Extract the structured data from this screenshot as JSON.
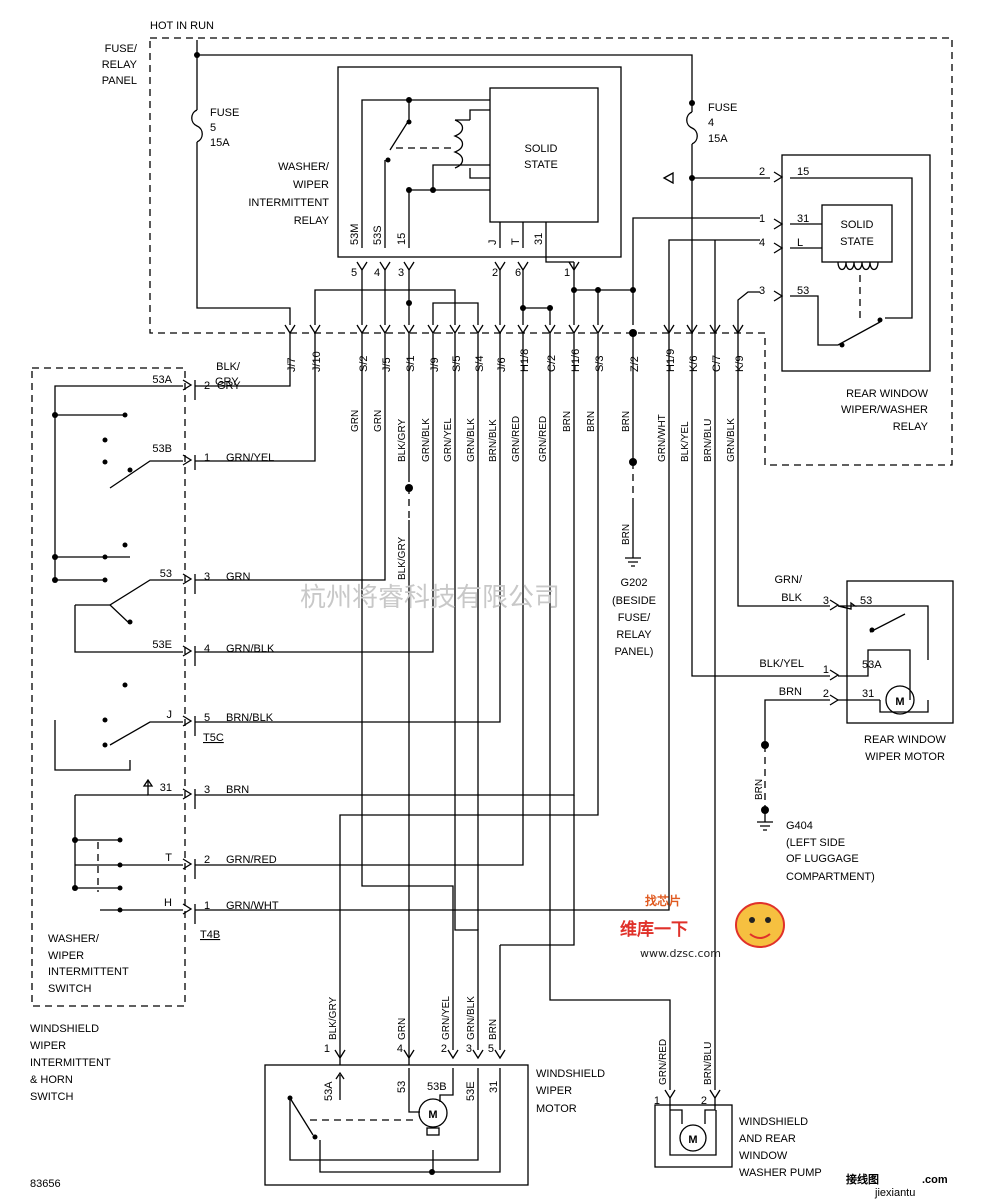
{
  "header": {
    "hot_in_run": "HOT IN RUN",
    "fig_id": "83656"
  },
  "fuse_panel": {
    "label": [
      "FUSE/",
      "RELAY",
      "PANEL"
    ],
    "fuse5": [
      "FUSE",
      "5",
      "15A"
    ],
    "fuse4": [
      "FUSE",
      "4",
      "15A"
    ],
    "bottom_pins": [
      "J/7",
      "J/10",
      "S/2",
      "J/5",
      "S/1",
      "J/9",
      "S/5",
      "S/4",
      "J/6",
      "H1/8",
      "C/2",
      "H1/6",
      "S/3",
      "Z/2",
      "H1/9",
      "K/6",
      "C/7",
      "K/9"
    ]
  },
  "relay": {
    "name": [
      "WASHER/",
      "WIPER",
      "INTERMITTENT",
      "RELAY"
    ],
    "solid_state": [
      "SOLID",
      "STATE"
    ],
    "terminals": [
      "53M",
      "53S",
      "15",
      "J",
      "T",
      "31"
    ],
    "pins": [
      "5",
      "4",
      "3",
      "2",
      "6",
      "1"
    ]
  },
  "rear_relay": {
    "name": [
      "REAR WINDOW",
      "WIPER/WASHER",
      "RELAY"
    ],
    "solid_state": [
      "SOLID",
      "STATE"
    ],
    "pins": [
      "2",
      "1",
      "4",
      "3"
    ],
    "terminals": [
      "15",
      "31",
      "L",
      "53"
    ]
  },
  "wires": {
    "vertical": [
      "GRN",
      "GRN",
      "BLK/GRY",
      "GRN/BLK",
      "GRN/YEL",
      "GRN/BLK",
      "BRN/BLK",
      "GRN/RED",
      "GRN/RED",
      "BRN",
      "BRN",
      "BRN",
      "GRN/WHT",
      "BLK/YEL",
      "BRN/BLU",
      "GRN/BLK"
    ],
    "blk_gry_lower": "BLK/GRY",
    "ground_brn": "BRN",
    "blk_label": "BLK/",
    "gry_label": "GRY"
  },
  "switch": {
    "name": [
      "WASHER/",
      "WIPER",
      "INTERMITTENT",
      "SWITCH"
    ],
    "outer_name": [
      "WINDSHIELD",
      "WIPER",
      "INTERMITTENT",
      "& HORN",
      "SWITCH"
    ],
    "connector_t5c": "T5C",
    "connector_t4b": "T4B",
    "rows": [
      {
        "term": "53A",
        "pin": "2",
        "wire": "GRY"
      },
      {
        "term": "53B",
        "pin": "1",
        "wire": "GRN/YEL"
      },
      {
        "term": "53",
        "pin": "3",
        "wire": "GRN"
      },
      {
        "term": "53E",
        "pin": "4",
        "wire": "GRN/BLK"
      },
      {
        "term": "J",
        "pin": "5",
        "wire": "BRN/BLK"
      },
      {
        "term": "31",
        "pin": "3",
        "wire": "BRN"
      },
      {
        "term": "T",
        "pin": "2",
        "wire": "GRN/RED"
      },
      {
        "term": "H",
        "pin": "1",
        "wire": "GRN/WHT"
      }
    ]
  },
  "ground_g202": [
    "G202",
    "(BESIDE",
    "FUSE/",
    "RELAY",
    "PANEL)"
  ],
  "ground_g404": [
    "G404",
    "(LEFT SIDE",
    "OF LUGGAGE",
    "COMPARTMENT)"
  ],
  "rear_motor": {
    "name": [
      "REAR WINDOW",
      "WIPER MOTOR"
    ],
    "wires": [
      "GRN/",
      "BLK",
      "BLK/YEL",
      "BRN"
    ],
    "pins": [
      "3",
      "1",
      "2"
    ],
    "terminals": [
      "53",
      "53A",
      "31"
    ],
    "ground_wire": "BRN",
    "motor_symbol": "M"
  },
  "ws_motor": {
    "name": [
      "WINDSHIELD",
      "WIPER",
      "MOTOR"
    ],
    "wires": [
      "BLK/GRY",
      "GRN",
      "GRN/YEL",
      "GRN/BLK",
      "BRN"
    ],
    "pins": [
      "1",
      "4",
      "2",
      "3",
      "5"
    ],
    "terminals": [
      "53A",
      "53",
      "53B",
      "53E",
      "31"
    ],
    "motor_symbol": "M"
  },
  "pump": {
    "name": [
      "WINDSHIELD",
      "AND REAR",
      "WINDOW",
      "WASHER PUMP"
    ],
    "wires": [
      "GRN/RED",
      "BRN/BLU"
    ],
    "pins": [
      "1",
      "2"
    ],
    "motor_symbol": "M"
  },
  "watermark": {
    "company": "杭州将睿科技有限公司",
    "logo_top": "找芯片",
    "logo_brand": "维库一下",
    "logo_url": "www.dzsc.com",
    "corner_brand": "接线图",
    "corner_com": ".com",
    "corner_url": "jiexiantu"
  }
}
